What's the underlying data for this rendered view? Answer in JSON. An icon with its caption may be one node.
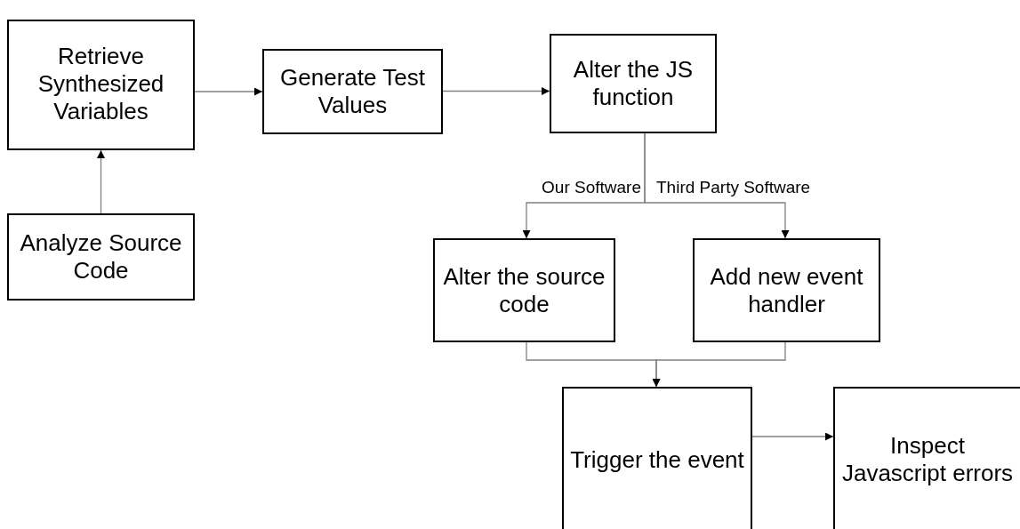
{
  "diagram": {
    "nodes": [
      {
        "text": [
          "Retrieve Synthesized Variables"
        ]
      },
      {
        "text": [
          "Generate Test Values"
        ]
      },
      {
        "text": [
          "Alter the JS function"
        ]
      },
      {
        "text": [
          "Analyze Source Code"
        ]
      },
      {
        "text": [
          "Alter the source code"
        ]
      },
      {
        "text": [
          "Add new event handler"
        ]
      },
      {
        "text": [
          "Trigger the event"
        ]
      },
      {
        "text": [
          "Inspect Javascript errors"
        ]
      }
    ],
    "edges": [
      {
        "from": 3,
        "to": 0,
        "arrow": "to"
      },
      {
        "from": 0,
        "to": 1,
        "arrow": "to"
      },
      {
        "from": 1,
        "to": 2,
        "arrow": "to"
      },
      {
        "from": 2,
        "to": 4,
        "arrow": "to",
        "label": "Our Software"
      },
      {
        "from": 2,
        "to": 5,
        "arrow": "to",
        "label": "Third Party Software"
      },
      {
        "from": 4,
        "to": 6,
        "arrow": "to"
      },
      {
        "from": 5,
        "to": 6,
        "arrow": "to"
      },
      {
        "from": 6,
        "to": 7,
        "arrow": "to"
      }
    ]
  }
}
